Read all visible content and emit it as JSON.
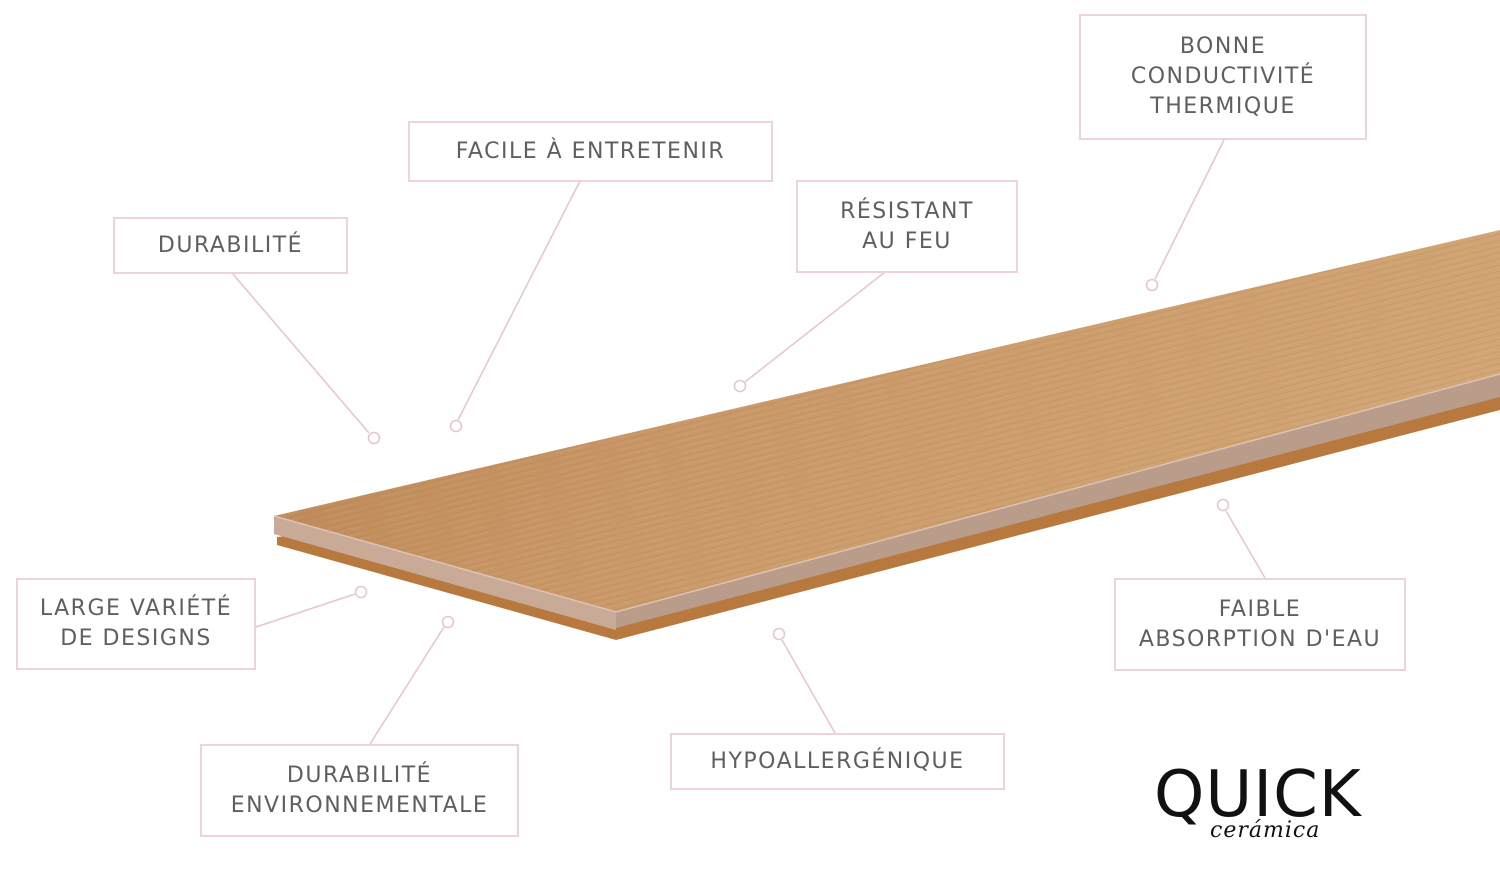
{
  "features": {
    "durabilite": [
      "DURABILITÉ"
    ],
    "facile": [
      "FACILE À ENTRETENIR"
    ],
    "resistant": [
      "RÉSISTANT",
      "AU FEU"
    ],
    "conductivite": [
      "BONNE",
      "CONDUCTIVITÉ",
      "THERMIQUE"
    ],
    "variete": [
      "LARGE VARIÉTÉ",
      "DE DESIGNS"
    ],
    "environnement": [
      "DURABILITÉ",
      "ENVIRONNEMENTALE"
    ],
    "hypo": [
      "HYPOALLERGÉNIQUE"
    ],
    "absorption": [
      "FAIBLE",
      "ABSORPTION D'EAU"
    ]
  },
  "logo": {
    "brand": "QUICK",
    "sub": "cerámica"
  },
  "colors": {
    "box_border": "#edd4d8",
    "connector": "#e8c6cb",
    "text": "#5f5f5f",
    "plank_top": "#c28d5e",
    "plank_edge": "#b89a86",
    "plank_backing": "#b8793f"
  }
}
